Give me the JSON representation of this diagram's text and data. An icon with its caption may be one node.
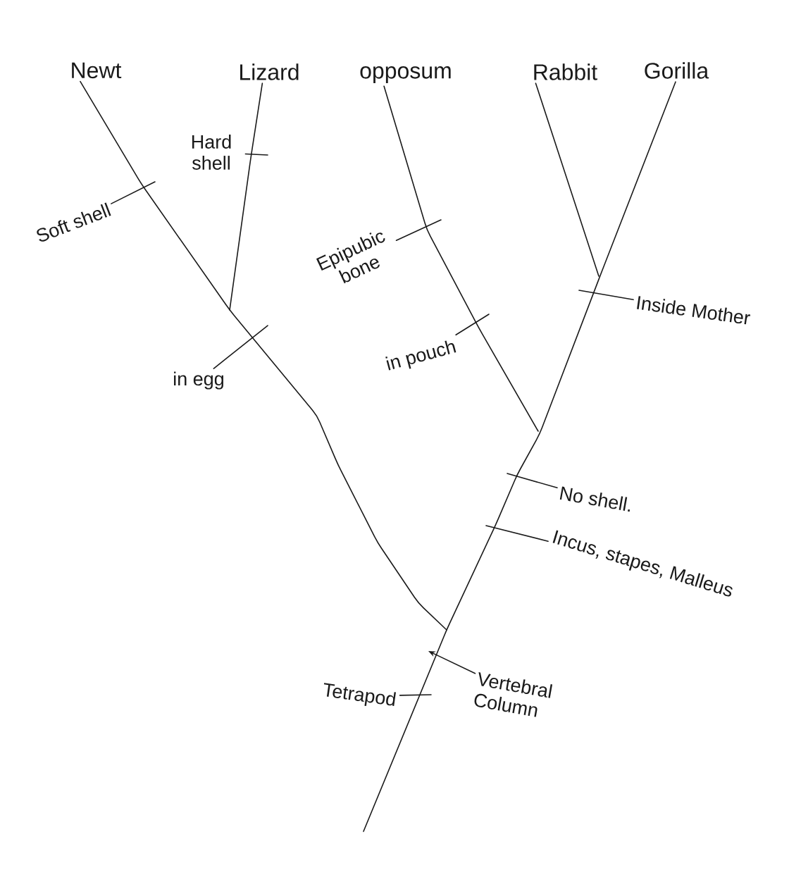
{
  "diagram": {
    "nodes": [
      {
        "text": [
          "Newt"
        ]
      },
      {
        "text": [
          "Lizard"
        ]
      },
      {
        "text": [
          "opposum"
        ]
      },
      {
        "text": [
          "Rabbit"
        ]
      },
      {
        "text": [
          "Gorilla"
        ]
      },
      {
        "text": [
          "Soft shell"
        ]
      },
      {
        "text": [
          "Hard shell"
        ]
      },
      {
        "text": [
          "in egg"
        ]
      },
      {
        "text": [
          "Epipubic bone"
        ]
      },
      {
        "text": [
          "in pouch"
        ]
      },
      {
        "text": [
          "Inside Mother"
        ]
      },
      {
        "text": [
          "No shell."
        ]
      },
      {
        "text": [
          "Incus, stapes, Malleus"
        ]
      },
      {
        "text": [
          "Vertebral Column"
        ]
      },
      {
        "text": [
          "Tetrapod"
        ]
      }
    ],
    "edges": [
      {
        "from": 0,
        "to": null,
        "arrow": "none"
      },
      {
        "from": 1,
        "to": null,
        "arrow": "none"
      },
      {
        "from": 2,
        "to": null,
        "arrow": "none"
      },
      {
        "from": 3,
        "to": null,
        "arrow": "none"
      },
      {
        "from": 4,
        "to": null,
        "arrow": "none"
      },
      {
        "from": 5,
        "to": null,
        "arrow": "none"
      },
      {
        "from": 6,
        "to": null,
        "arrow": "none"
      },
      {
        "from": 7,
        "to": null,
        "arrow": "none"
      },
      {
        "from": 8,
        "to": null,
        "arrow": "none"
      },
      {
        "from": 9,
        "to": null,
        "arrow": "none"
      },
      {
        "from": 10,
        "to": null,
        "arrow": "none"
      },
      {
        "from": 11,
        "to": null,
        "arrow": "none"
      },
      {
        "from": 12,
        "to": null,
        "arrow": "none"
      },
      {
        "from": 13,
        "to": null,
        "arrow": "to"
      },
      {
        "from": 14,
        "to": null,
        "arrow": "none"
      }
    ]
  }
}
